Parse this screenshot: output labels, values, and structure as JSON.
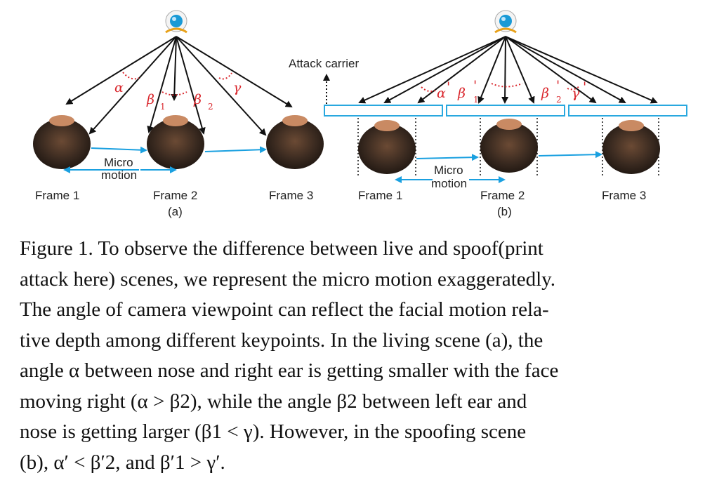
{
  "figure": {
    "panel_a": {
      "frames": [
        "Frame 1",
        "Frame 2",
        "Frame 3"
      ],
      "micro_motion": [
        "Micro",
        "motion"
      ],
      "sublabel": "(a)",
      "angles": {
        "alpha": "α",
        "beta": "β",
        "beta_sub1": "1",
        "beta_sub2": "2",
        "gamma": "γ"
      }
    },
    "panel_b": {
      "frames": [
        "Frame 1",
        "Frame 2",
        "Frame 3"
      ],
      "micro_motion": [
        "Micro",
        "motion"
      ],
      "sublabel": "(b)",
      "attack_carrier": "Attack carrier",
      "angles": {
        "alpha": "α",
        "beta": "β",
        "beta_sub1": "1",
        "beta_sub2": "2",
        "gamma": "γ",
        "prime": "'"
      }
    },
    "colors": {
      "arrow": "#111111",
      "motion_arrow": "#1aa0e0",
      "angle": "#d9262c",
      "carrier": "#29a8df",
      "camera": "#1a9ad6"
    }
  },
  "caption": {
    "lines": [
      "Figure 1. To observe the difference between live and spoof(print",
      "attack here) scenes, we represent the micro motion exaggeratedly.",
      "The angle of camera viewpoint can reflect the facial motion rela-",
      "tive depth among different keypoints. In the living scene (a), the",
      "angle α between nose and right ear is getting smaller with the face",
      "moving right (α > β2), while the angle β2 between left ear and",
      "nose is getting larger (β1 < γ). However, in the spoofing scene",
      "(b), α′ < β′2, and β′1 > γ′."
    ]
  }
}
